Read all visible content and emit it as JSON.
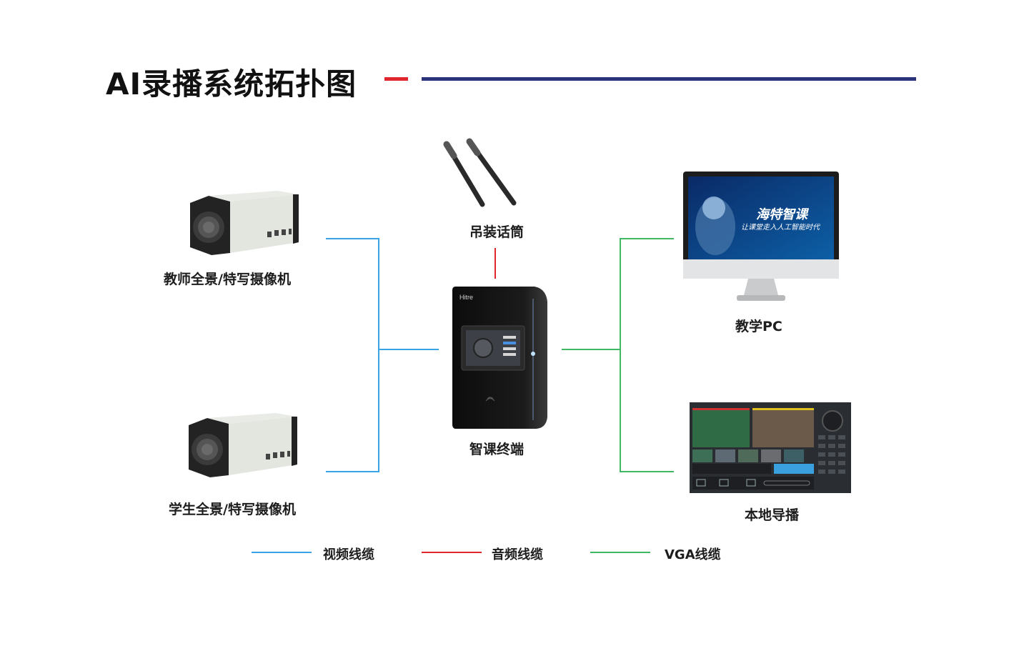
{
  "title": "AI录播系统拓扑图",
  "colors": {
    "video": "#3aa3e3",
    "audio": "#e0262d",
    "vga": "#41b864",
    "title_accent_red": "#e0262d",
    "title_accent_navy": "#2b3479"
  },
  "nodes": {
    "teacher_camera": {
      "label": "教师全景/特写摄像机",
      "icon": "box-camera-icon"
    },
    "student_camera": {
      "label": "学生全景/特写摄像机",
      "icon": "box-camera-icon"
    },
    "microphone": {
      "label": "吊装话筒",
      "icon": "hanging-microphone-icon"
    },
    "terminal": {
      "label": "智课终端",
      "icon": "recording-terminal-icon",
      "brand": "Hitre"
    },
    "teaching_pc": {
      "label": "教学PC",
      "icon": "desktop-monitor-icon",
      "screen_title": "海特智课",
      "screen_subtitle": "让课堂走入人工智能时代"
    },
    "local_director": {
      "label": "本地导播",
      "icon": "director-console-icon"
    }
  },
  "legend": [
    {
      "label": "视频线缆",
      "color": "#3aa3e3"
    },
    {
      "label": "音频线缆",
      "color": "#e0262d"
    },
    {
      "label": "VGA线缆",
      "color": "#41b864"
    }
  ]
}
